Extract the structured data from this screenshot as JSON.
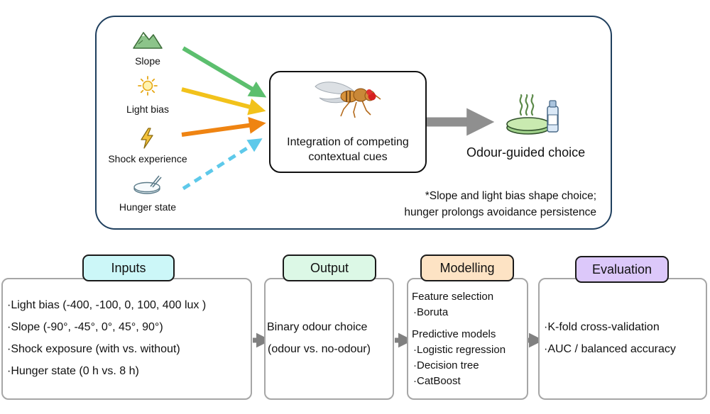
{
  "top_panel": {
    "cues": [
      {
        "label": "Slope",
        "icon": "mountain-icon"
      },
      {
        "label": "Light bias",
        "icon": "sun-icon"
      },
      {
        "label": "Shock experience",
        "icon": "lightning-icon"
      },
      {
        "label": "Hunger state",
        "icon": "petri-dish-icon"
      }
    ],
    "arrow_colors": [
      "#5cbf6e",
      "#f2c21b",
      "#ef8412",
      "#5ec9ea"
    ],
    "center_box": {
      "line1": "Integration of competing",
      "line2": "contextual cues",
      "icon": "fruit-fly-icon"
    },
    "output": {
      "label": "Odour-guided choice",
      "icon": "odour-dish-icon"
    },
    "note": {
      "line1": "*Slope and light bias shape choice;",
      "line2": "hunger prolongs avoidance persistence"
    },
    "border_color": "#1f3f5e"
  },
  "pipeline": {
    "inputs": {
      "title": "Inputs",
      "color": "#ccf7f8",
      "items": [
        "·Light bias (-400, -100, 0, 100, 400 lux )",
        "·Slope (-90°, -45°, 0°, 45°, 90°)",
        "·Shock exposure (with vs. without)",
        "·Hunger state (0 h vs. 8 h)"
      ]
    },
    "output": {
      "title": "Output",
      "color": "#dcf8e6",
      "line1": "Binary odour choice",
      "line2": "(odour vs. no-odour)"
    },
    "modelling": {
      "title": "Modelling",
      "color": "#fde3c4",
      "feature_heading": "Feature selection",
      "feature_items": [
        "·Boruta"
      ],
      "models_heading": "Predictive models",
      "models_items": [
        "·Logistic regression",
        "·Decision tree",
        "·CatBoost"
      ]
    },
    "evaluation": {
      "title": "Evaluation",
      "color": "#dcc8fa",
      "items": [
        "·K-fold cross-validation",
        "·AUC / balanced accuracy"
      ]
    }
  }
}
